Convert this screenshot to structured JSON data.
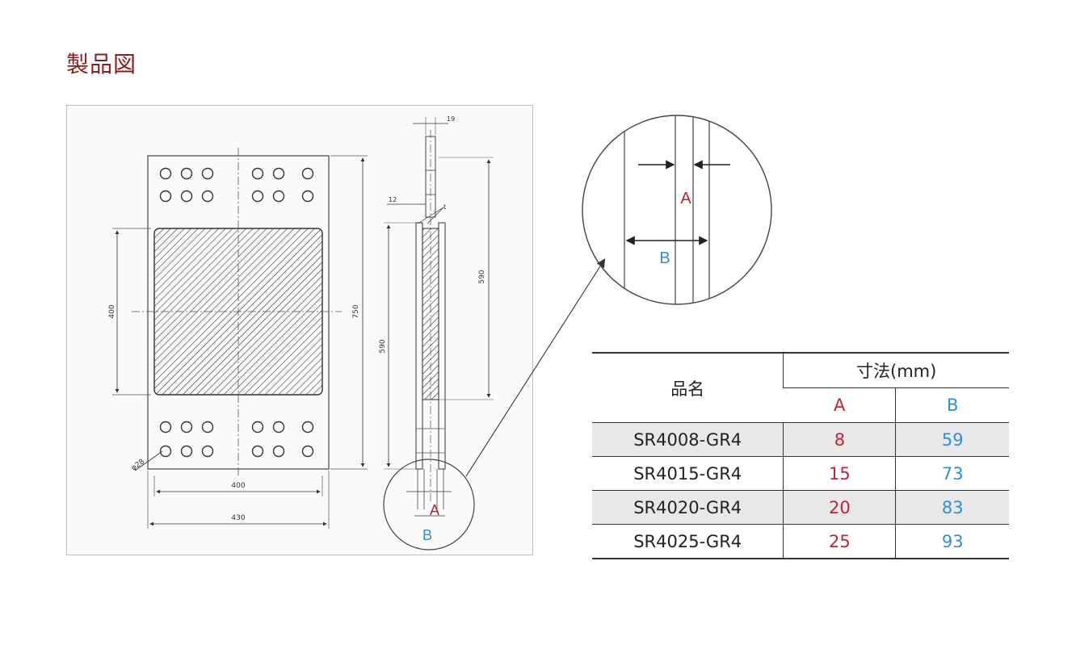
{
  "title": "製品図",
  "drawing": {
    "dim_top_width": "19",
    "dim_flange": "12",
    "dim_thickness": "t",
    "dim_upper_height": "590",
    "dim_lower_height": "590",
    "dim_pad_height": "400",
    "dim_total_height": "750",
    "dim_pad_width": "400",
    "dim_total_width": "430",
    "dim_hole": "φ28",
    "label_a": "A",
    "label_b": "B"
  },
  "zoom": {
    "label_a": "A",
    "label_b": "B"
  },
  "table": {
    "header_name": "品名",
    "header_dim": "寸法(mm)",
    "header_a": "A",
    "header_b": "B",
    "rows": [
      {
        "name": "SR4008-GR4",
        "a": "8",
        "b": "59"
      },
      {
        "name": "SR4015-GR4",
        "a": "15",
        "b": "73"
      },
      {
        "name": "SR4020-GR4",
        "a": "20",
        "b": "83"
      },
      {
        "name": "SR4025-GR4",
        "a": "25",
        "b": "93"
      }
    ]
  },
  "colors": {
    "title": "#8a1f1f",
    "a": "#c0233a",
    "b": "#2f8fd4"
  }
}
